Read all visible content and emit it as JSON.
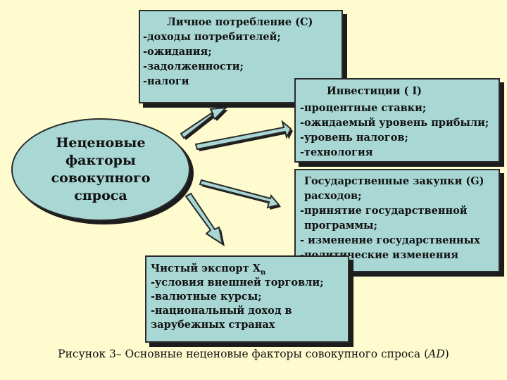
{
  "center": {
    "label": "Неценовые\nфакторы\nсовокупного\nспроса"
  },
  "consumption": {
    "title": "Личное потребление (С)",
    "items": [
      "-доходы потребителей;",
      "-ожидания;",
      "-задолженности;",
      "-налоги"
    ]
  },
  "investment": {
    "title": "Инвестиции ( I)",
    "items": [
      "-процентные ставки;",
      "-ожидаемый уровень прибыли;",
      "-уровень налогов;",
      "-технология"
    ]
  },
  "government": {
    "title": "Государственные закупки (G)",
    "items": [
      "расходов;",
      "-принятие государственной",
      "программы;",
      "-  изменение государственных",
      "-политические изменения"
    ]
  },
  "net_export": {
    "title": "Чистый экспорт X",
    "title_sub": "n",
    "items": [
      "-условия внешней торговли;",
      "-валютные курсы;",
      "-национальный доход в",
      "зарубежных странах"
    ]
  },
  "caption": {
    "prefix": "Рисунок 3– Основные неценовые факторы совокупного спроса (",
    "italic": "AD",
    "suffix": ")"
  },
  "colors": {
    "background": "#fefccf",
    "box_fill": "#a8d7d4",
    "arrow_fill": "#a8d7d4",
    "outline": "#2b2b2b",
    "shadow": "#1c1c1c"
  }
}
